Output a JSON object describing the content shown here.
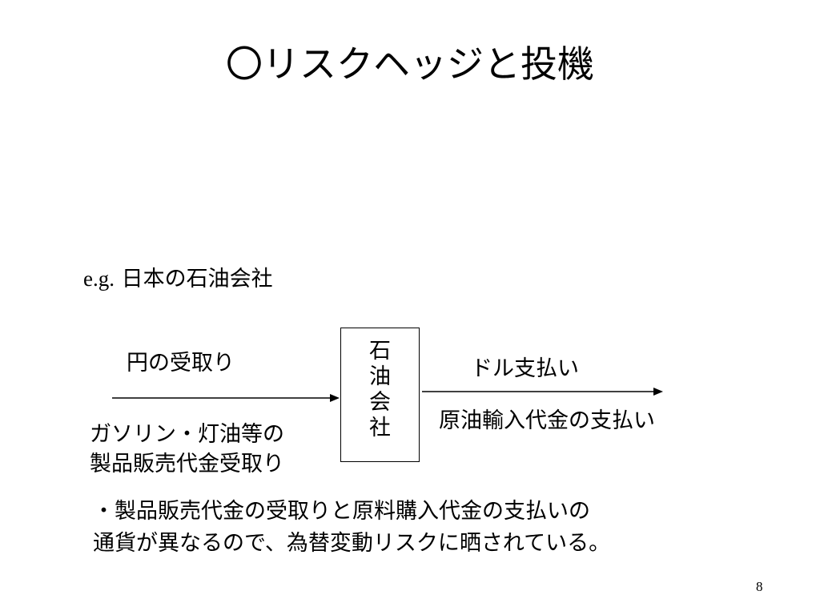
{
  "slide": {
    "title": "〇リスクヘッジと投機",
    "example": {
      "prefix": "e.g.",
      "text": "日本の石油会社"
    },
    "diagram": {
      "company_chars": [
        "石",
        "油",
        "会",
        "社"
      ],
      "left_top_label": "円の受取り",
      "left_bottom_lines": [
        "ガソリン・灯油等の",
        "製品販売代金受取り"
      ],
      "right_top_label": "ドル支払い",
      "right_bottom_label": "原油輸入代金の支払い"
    },
    "note_lines": [
      "・製品販売代金の受取りと原料購入代金の支払いの",
      "通貨が異なるので、為替変動リスクに晒されている。"
    ],
    "page_number": "8"
  }
}
